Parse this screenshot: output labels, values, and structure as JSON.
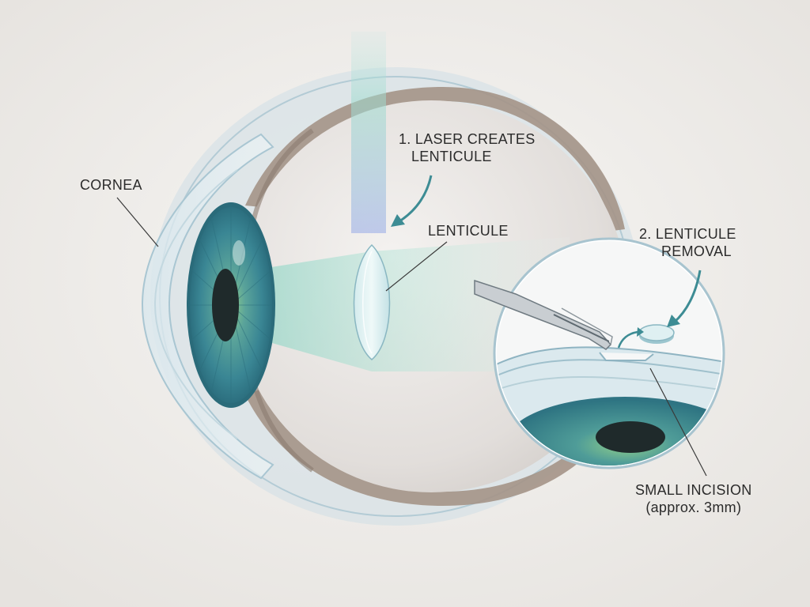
{
  "labels": {
    "cornea": "CORNEA",
    "laser_step": [
      "1. LASER CREATES",
      "LENTICULE"
    ],
    "lenticule": "LENTICULE",
    "removal_step": [
      "2. LENTICULE",
      "REMOVAL"
    ],
    "incision": [
      "SMALL INCISION",
      "(approx. 3mm)"
    ]
  },
  "colors": {
    "background": "#f1efec",
    "iris": "#3f8b98",
    "iris_highlight": "#7fc39a",
    "pupil": "#1f2a2b",
    "sclera": "#e9e6e3",
    "choroid": "#8f8176",
    "cornea_edge": "#a9c6d2",
    "laser_beam": "#8fd6cf",
    "arrow": "#3d8c94",
    "label_text": "#2b2b2b"
  },
  "icons": {
    "laser_arrow": "curved-arrow-icon",
    "removal_arrow": "curved-arrow-icon",
    "forceps": "forceps-icon"
  }
}
